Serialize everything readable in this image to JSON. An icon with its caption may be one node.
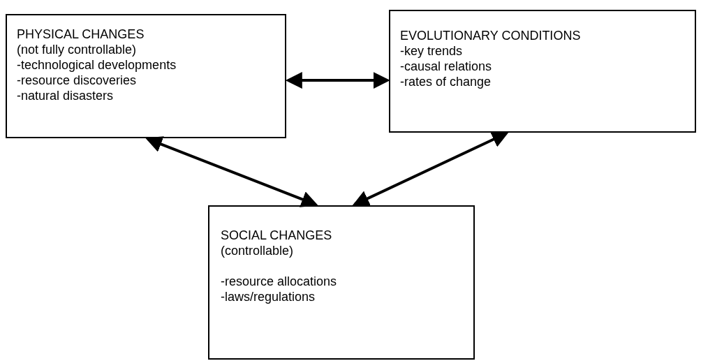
{
  "diagram": {
    "nodes": [
      {
        "text": [
          "PHYSICAL CHANGES",
          "(not fully controllable)",
          "-technological developments",
          "-resource discoveries",
          "-natural disasters"
        ]
      },
      {
        "text": [
          "EVOLUTIONARY CONDITIONS",
          "-key trends",
          "-causal relations",
          "-rates of change"
        ]
      },
      {
        "text": [
          "SOCIAL CHANGES",
          "(controllable)",
          "-resource allocations",
          "-laws/regulations"
        ]
      }
    ],
    "edges": [
      {
        "from": 0,
        "to": 1,
        "arrow": "both"
      },
      {
        "from": 0,
        "to": 2,
        "arrow": "both"
      },
      {
        "from": 1,
        "to": 2,
        "arrow": "both"
      }
    ]
  }
}
